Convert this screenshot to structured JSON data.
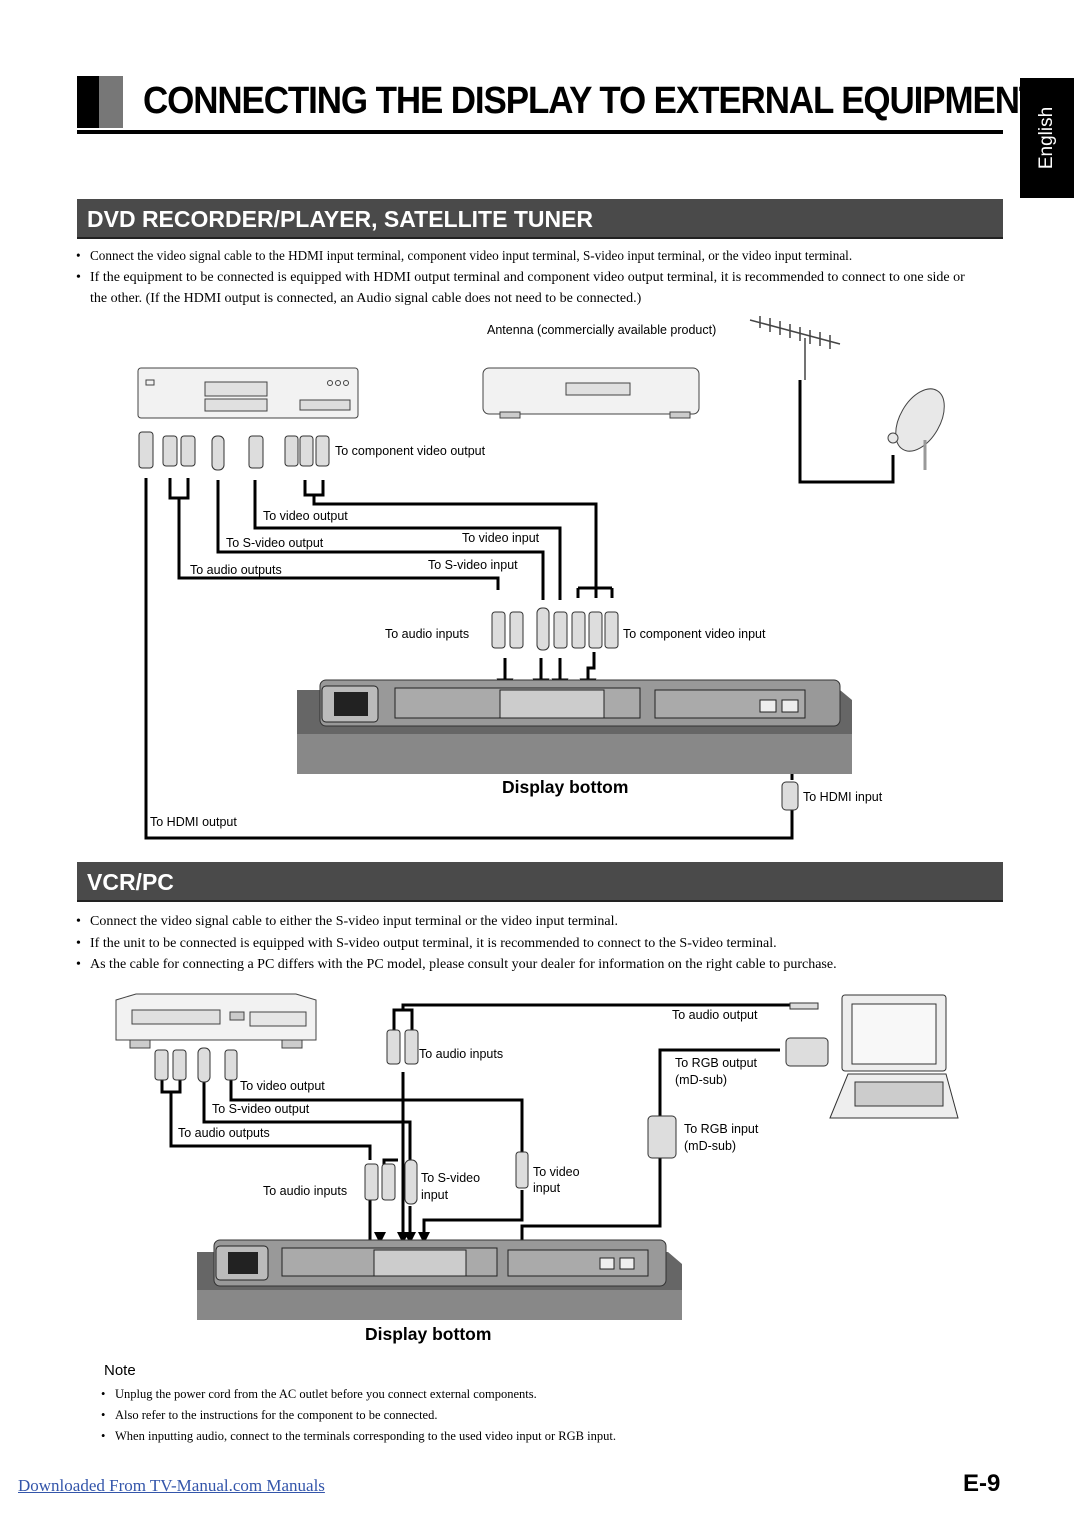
{
  "page": {
    "title": "CONNECTING THE DISPLAY TO EXTERNAL EQUIPMENT",
    "language_tab": "English",
    "page_number": "E-9",
    "footer_link": "Downloaded From TV-Manual.com Manuals"
  },
  "section_dvd": {
    "heading": "DVD RECORDER/PLAYER, SATELLITE TUNER",
    "bullets": [
      "Connect the video signal cable to the HDMI input terminal, component video input terminal, S-video input terminal, or the video input terminal.",
      "If the equipment to be connected is equipped with HDMI output terminal and component video output terminal, it is recommended to connect to one side or the other. (If the HDMI output is connected, an Audio signal cable does not need to be connected.)"
    ],
    "diagram": {
      "antenna": "Antenna (commercially available product)",
      "component_output": "To component video output",
      "video_output": "To video output",
      "svideo_output": "To S-video output",
      "audio_outputs": "To audio outputs",
      "video_input": "To video input",
      "svideo_input": "To S-video input",
      "audio_inputs": "To audio inputs",
      "component_input": "To component video input",
      "display_bottom": "Display bottom",
      "hdmi_input": "To HDMI input",
      "hdmi_output": "To HDMI output"
    }
  },
  "section_vcr": {
    "heading": "VCR/PC",
    "bullets": [
      "Connect the video signal cable to either the S-video input terminal or the video input terminal.",
      "If the unit to be connected is equipped with S-video output terminal, it is recommended to connect to the S-video terminal.",
      "As the cable for connecting a PC differs with the PC model, please consult your dealer for information on the right cable to purchase."
    ],
    "diagram": {
      "audio_output": "To audio output",
      "audio_inputs_top": "To audio inputs",
      "rgb_output": "To RGB output",
      "rgb_output_sub": "(mD-sub)",
      "video_output": "To video output",
      "svideo_output": "To S-video output",
      "audio_outputs": "To audio outputs",
      "rgb_input": "To RGB input",
      "rgb_input_sub": "(mD-sub)",
      "audio_inputs": "To audio inputs",
      "svideo_input_1": "To S-video",
      "svideo_input_2": "input",
      "video_input_1": "To video",
      "video_input_2": "input",
      "display_bottom": "Display bottom"
    }
  },
  "note": {
    "heading": "Note",
    "items": [
      "Unplug the power cord from the AC outlet before you connect external components.",
      "Also refer to the instructions for the component to be connected.",
      "When inputting audio, connect to the terminals corresponding to the used video input or RGB input."
    ]
  }
}
